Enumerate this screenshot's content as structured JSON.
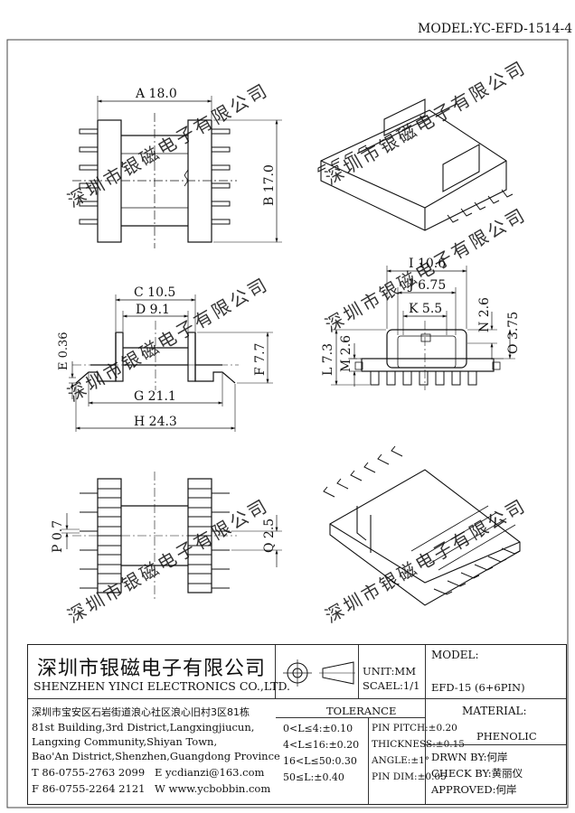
{
  "model_header": "MODEL:YC-EFD-1514-4",
  "dims": {
    "A": "A 18.0",
    "B": "B 17.0",
    "C": "C 10.5",
    "D": "D 9.1",
    "E": "E 0.36",
    "F": "F 7.7",
    "G": "G 21.1",
    "H": "H 24.3",
    "I": "I 10.6",
    "J": "J 6.75",
    "K": "K 5.5",
    "L": "L 7.3",
    "M": "M 2.6",
    "N": "N 2.6",
    "O": "O 3.75",
    "P": "P 0.7",
    "Q": "Q 2.5"
  },
  "watermark": "深圳市银磁电子有限公司",
  "title_block": {
    "company_cn": "深圳市银磁电子有限公司",
    "company_en": "SHENZHEN YINCI ELECTRONICS CO.,LTD.",
    "address_cn": "深圳市宝安区石岩街道浪心社区浪心旧村3区81栋",
    "address_en_1": "81st Building,3rd District,Langxingjiucun,",
    "address_en_2": "Langxing Community,Shiyan Town,",
    "address_en_3": "Bao'An District,Shenzhen,Guangdong Province",
    "tel": "T 86-0755-2763 2099",
    "email": "E ycdianzi@163.com",
    "fax": "F 86-0755-2264 2121",
    "web": "W www.ycbobbin.com",
    "unit": "UNIT:MM",
    "scale": "SCAEL:1/1",
    "tolerance_title": "TOLERANCE",
    "tolerance_rows": [
      "0<L≤4:±0.10",
      "4<L≤16:±0.20",
      "16<L≤50:0.30",
      "50≤L:±0.40"
    ],
    "pin_rows": [
      "PIN PITCH:±0.20",
      "THICKNESS:±0.15",
      "ANGLE:±1°",
      "PIN DIM:±0.05"
    ],
    "model_label": "MODEL:",
    "model_value": "EFD-15 (6+6PIN)",
    "material_label": "MATERIAL:",
    "material_value": "PHENOLIC",
    "drawn_by": "DRWN BY:何岸",
    "check_by": "CHECK BY:黄丽仪",
    "approved": "APPROVED:何岸"
  }
}
